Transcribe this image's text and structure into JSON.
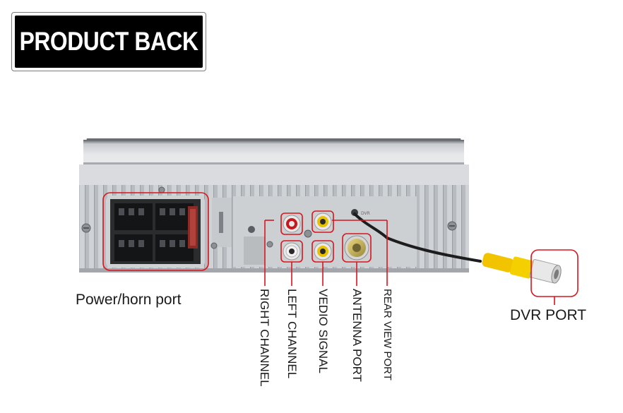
{
  "title": "PRODUCT BACK",
  "labels": {
    "power_horn": "Power/horn port",
    "dvr_port": "DVR PORT",
    "right_channel": "RIGHT CHANNEL",
    "left_channel": "LEFT CHANNEL",
    "video_signal": "VEDIO SIGNAL",
    "antenna_port": "ANTENNA PORT",
    "rear_view_port": "REAR VIEW PORT"
  },
  "colors": {
    "highlight": "#d8151d",
    "cable_yellow": "#f2c400",
    "rca_red": "#c8161d",
    "rca_yellow": "#e6c200"
  }
}
